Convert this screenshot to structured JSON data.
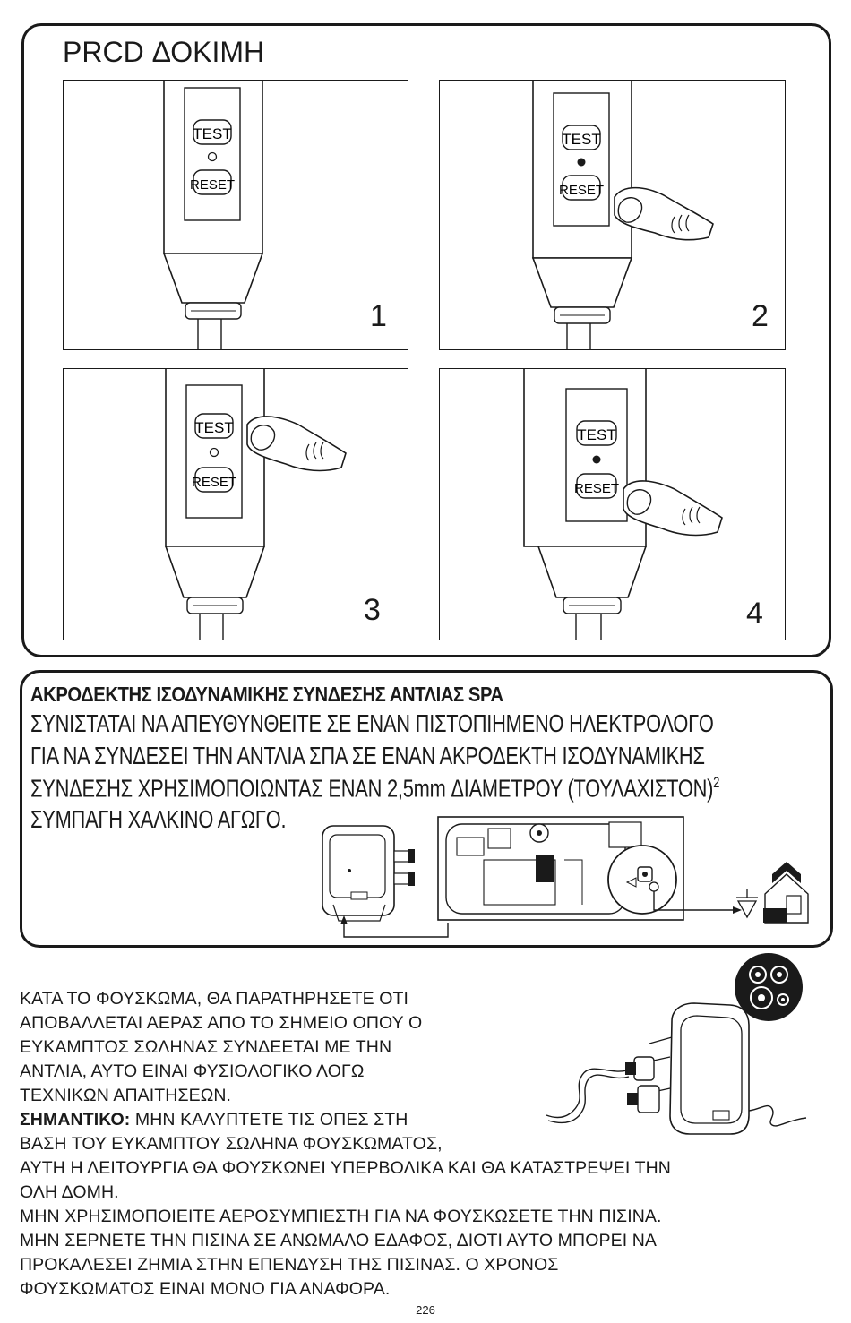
{
  "prcd_section": {
    "title": "PRCD ΔΟΚΙΜΗ",
    "buttons": {
      "test": "TEST",
      "reset": "RESET"
    },
    "steps": [
      {
        "number": "1"
      },
      {
        "number": "2"
      },
      {
        "number": "3"
      },
      {
        "number": "4"
      }
    ]
  },
  "spa_section": {
    "heading": "ΑΚΡΟΔΕΚΤΗΣ ΙΣΟΔΥΝΑΜΙΚΗΣ ΣΥΝΔΕΣΗΣ ΑΝΤΛΙΑΣ SPA",
    "lines": [
      "ΣΥΝΙΣΤΑΤΑΙ ΝΑ ΑΠΕΥΘΥΝΘΕΙΤΕ ΣΕ ΕΝΑΝ ΠΙΣΤΟΠΙΗΜΕΝΟ ΗΛΕΚΤΡΟΛΟΓΟ",
      "ΓΙΑ ΝΑ ΣΥΝΔΕΣΕΙ ΤΗΝ ΑΝΤΛΙΑ ΣΠΑ ΣΕ ΕΝΑΝ ΑΚΡΟΔΕΚΤΗ ΙΣΟΔΥΝΑΜΙΚΗΣ",
      "ΣΥΝΔΕΣΗΣ ΧΡΗΣΙΜΟΠΟΙΩΝΤΑΣ ΕΝΑΝ 2,5mm ΔΙΑΜΕΤΡΟΥ (ΤΟΥΛΑΧΙΣΤΟΝ)",
      "ΣΥΜΠΑΓΗ ΧΑΛΚΙΝΟ ΑΓΩΓΟ."
    ],
    "superscript": "2"
  },
  "inflation_section": {
    "lines": [
      "ΚΑΤΑ ΤΟ ΦΟΥΣΚΩΜΑ, ΘΑ ΠΑΡΑΤΗΡΗΣΕΤΕ ΟΤΙ",
      "ΑΠΟΒΑΛΛΕΤΑΙ ΑΕΡΑΣ ΑΠΟ ΤΟ ΣΗΜΕΙΟ ΟΠΟΥ Ο",
      "ΕΥΚΑΜΠΤΟΣ ΣΩΛΗΝΑΣ ΣΥΝΔΕΕΤΑΙ ΜΕ ΤΗΝ",
      "ΑΝΤΛΙΑ, ΑΥΤΟ ΕΙΝΑΙ ΦΥΣΙΟΛΟΓΙΚΟ ΛΟΓΩ",
      "ΤΕΧΝΙΚΩΝ ΑΠΑΙΤΗΣΕΩΝ."
    ],
    "important_label": "ΣΗΜΑΝΤΙΚΟ:",
    "important_rest": " ΜΗΝ ΚΑΛΥΠΤΕΤΕ ΤΙΣ ΟΠΕΣ ΣΤΗ",
    "lines2": [
      "ΒΑΣΗ ΤΟΥ ΕΥΚΑΜΠΤΟΥ ΣΩΛΗΝΑ ΦΟΥΣΚΩΜΑΤΟΣ,",
      "ΑΥΤΗ Η ΛΕΙΤΟΥΡΓΙΑ ΘΑ ΦΟΥΣΚΩΝΕΙ ΥΠΕΡΒΟΛΙΚΑ ΚΑΙ ΘΑ ΚΑΤΑΣΤΡΕΨΕΙ ΤΗΝ",
      "ΟΛΗ ΔΟΜΗ.",
      "ΜΗΝ ΧΡΗΣΙΜΟΠΟΙΕΙΤΕ ΑΕΡΟΣΥΜΠΙΕΣΤΗ ΓΙΑ ΝΑ ΦΟΥΣΚΩΣΕΤΕ ΤΗΝ ΠΙΣΙΝΑ.",
      "ΜΗΝ ΣΕΡΝΕΤΕ ΤΗΝ ΠΙΣΙΝΑ ΣΕ ΑΝΩΜΑΛΟ ΕΔΑΦΟΣ, ΔΙΟΤΙ ΑΥΤΟ ΜΠΟΡΕΙ ΝΑ",
      "ΠΡΟΚΑΛΕΣΕΙ ΖΗΜΙΑ ΣΤΗΝ ΕΠΕΝΔΥΣΗ ΤΗΣ ΠΙΣΙΝΑΣ. Ο ΧΡΟΝΟΣ",
      "ΦΟΥΣΚΩΜΑΤΟΣ ΕΙΝΑΙ ΜΟΝΟ ΓΙΑ ΑΝΑΦΟΡΑ."
    ]
  },
  "page_number": "226"
}
